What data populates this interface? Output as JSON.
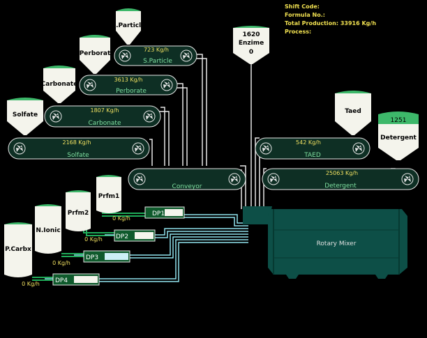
{
  "header": {
    "shift_code": "Shift Code:",
    "formula_no": "Formula No.:",
    "total_production": "Total Production: 33916 Kg/h",
    "process": "Process:"
  },
  "silos": {
    "s_particle": "S.Particle",
    "perborat": "Perborat",
    "carbonate": "Carbonate",
    "solfate": "Solfate",
    "enzime_value": "1620",
    "enzime": "Enzime",
    "enzime_rate": "0",
    "taed": "Taed",
    "detergent_value": "1251",
    "detergent": "Detergent"
  },
  "conveyors": {
    "s_particle": {
      "rate": "723 Kg/h",
      "name": "S.Particle"
    },
    "perborat": {
      "rate": "3613 Kg/h",
      "name": "Perborate"
    },
    "carbonate": {
      "rate": "1807 Kg/h",
      "name": "Carbonate"
    },
    "solfate": {
      "rate": "2168 Kg/h",
      "name": "Solfate"
    },
    "taed": {
      "rate": "542 Kg/h",
      "name": "TAED"
    },
    "main": {
      "name": "Conveyor"
    },
    "detergent": {
      "rate": "25063 Kg/h",
      "name": "Detergent"
    }
  },
  "tanks": {
    "prfm1": {
      "label": "Prfm1",
      "rate": "0 Kg/h"
    },
    "prfm2": {
      "label": "Prfm2",
      "rate": "0 Kg/h"
    },
    "n_ionic": {
      "label": "N.Ionic",
      "rate": "0 Kg/h"
    },
    "p_carbx": {
      "label": "P.Carbx",
      "rate": "0 Kg/h"
    }
  },
  "pumps": {
    "dp1": "DP1",
    "dp2": "DP2",
    "dp3": "DP3",
    "dp4": "DP4"
  },
  "mixer": {
    "label": "Rotary Mixer"
  },
  "colors": {
    "silo_body": "#f4f4ec",
    "silo_cap": "#3db86a",
    "belt": "#0e2f24",
    "pipe_green": "#1fae5a",
    "pipe_cyan": "#8fe3ee",
    "mixer": "#0d4f47",
    "pump_box": "#0f5a2c",
    "header_text": "#f0e050"
  }
}
